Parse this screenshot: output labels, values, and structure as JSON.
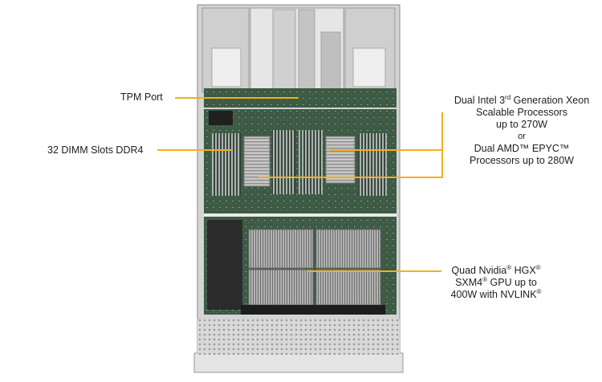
{
  "callouts": {
    "tpm": {
      "text": "TPM Port"
    },
    "dimm": {
      "text": "32 DIMM Slots DDR4"
    },
    "cpu": {
      "intel_line1_pre": "Dual Intel  3",
      "intel_line1_sup": "rd",
      "intel_line1_post": " Generation Xeon",
      "intel_line2": "Scalable Processors",
      "intel_line3": "up to 270W",
      "or": "or",
      "amd_line1": "Dual AMD™ EPYC™",
      "amd_line2": "Processors up to 280W"
    },
    "gpu": {
      "line1_pre": "Quad Nvidia",
      "line1_sup1": "®",
      "line1_mid": " HGX",
      "line1_sup2": "®",
      "line2_pre": "SXM4",
      "line2_sup": "®",
      "line2_post": " GPU up to",
      "line3_pre": "400W with NVLINK",
      "line3_sup": "®"
    }
  },
  "colors": {
    "leader": "#f2b01e"
  }
}
